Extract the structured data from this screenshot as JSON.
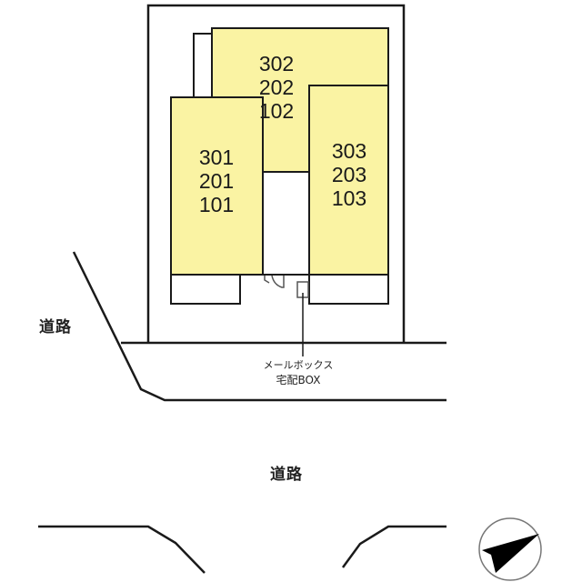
{
  "colors": {
    "unit_fill": "#FAF3A3",
    "line": "#1a1a1a",
    "background": "#ffffff"
  },
  "buildings": {
    "left": {
      "units": [
        "301",
        "201",
        "101"
      ]
    },
    "center": {
      "units": [
        "302",
        "202",
        "102"
      ]
    },
    "right": {
      "units": [
        "303",
        "203",
        "103"
      ]
    }
  },
  "labels": {
    "road_left": "道路",
    "road_bottom": "道路",
    "mailbox_line1": "メールボックス",
    "mailbox_line2": "宅配BOX"
  },
  "compass": {
    "icon": "north-arrow-icon"
  }
}
